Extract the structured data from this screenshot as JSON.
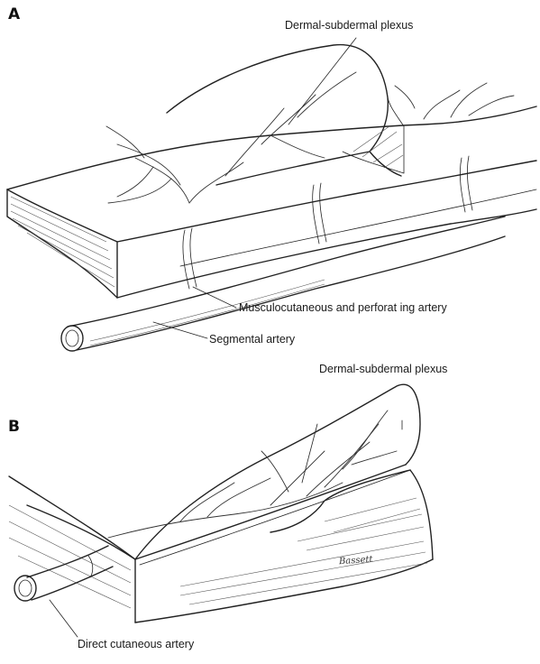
{
  "panels": {
    "a": {
      "letter": "A",
      "labels": {
        "plexus": "Dermal-subdermal plexus",
        "musculocutaneous": "Musculocutaneous and perforat ing artery",
        "segmental": "Segmental artery"
      }
    },
    "b": {
      "letter": "B",
      "labels": {
        "plexus": "Dermal-subdermal plexus",
        "direct": "Direct cutaneous artery"
      },
      "signature": "Bassett"
    }
  },
  "colors": {
    "ink": "#222222",
    "background": "#ffffff"
  }
}
